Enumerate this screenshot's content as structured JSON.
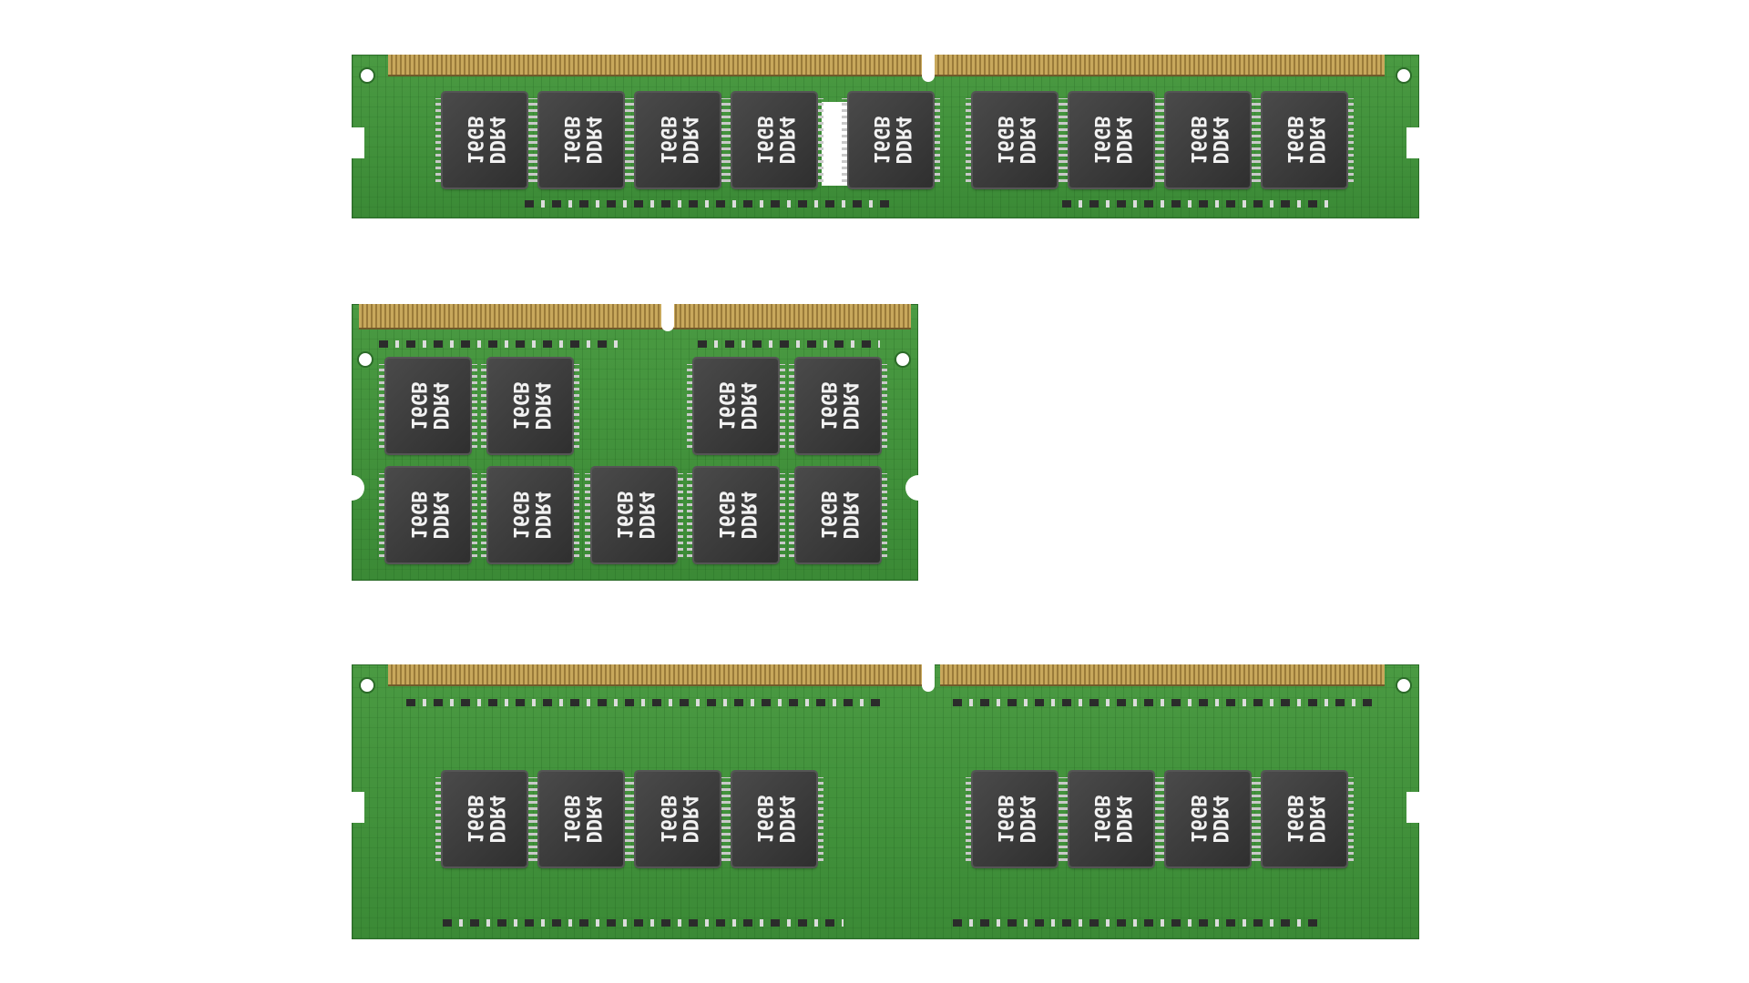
{
  "chip_label": "DDR4\n16GB",
  "colors": {
    "pcb": "#3f8f3a",
    "chip": "#333333",
    "gold": "#c8a85c"
  },
  "modules": [
    {
      "name": "dimm-top",
      "chips": 9
    },
    {
      "name": "sodimm",
      "chips": 9
    },
    {
      "name": "dimm-bottom",
      "chips": 8
    }
  ]
}
